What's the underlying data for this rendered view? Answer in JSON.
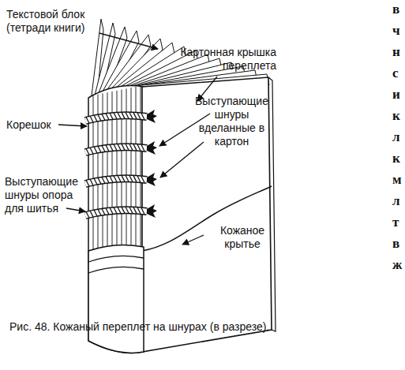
{
  "diagram": {
    "caption": "Рис. 48. Кожаный переплет на шнурах (в разрезе).",
    "labels": [
      "Текстовой блок (тетради книги)",
      "Картонная крышка переплета",
      "Корешок",
      "Выступающие шнуры вделанные в картон",
      "Выступающие шнуры опора для шитья",
      "Кожаное крытье",
      "в",
      "ч",
      "н",
      "с",
      "и",
      "к",
      "л",
      "к",
      "м",
      "л",
      "т",
      "в",
      "ж"
    ]
  }
}
